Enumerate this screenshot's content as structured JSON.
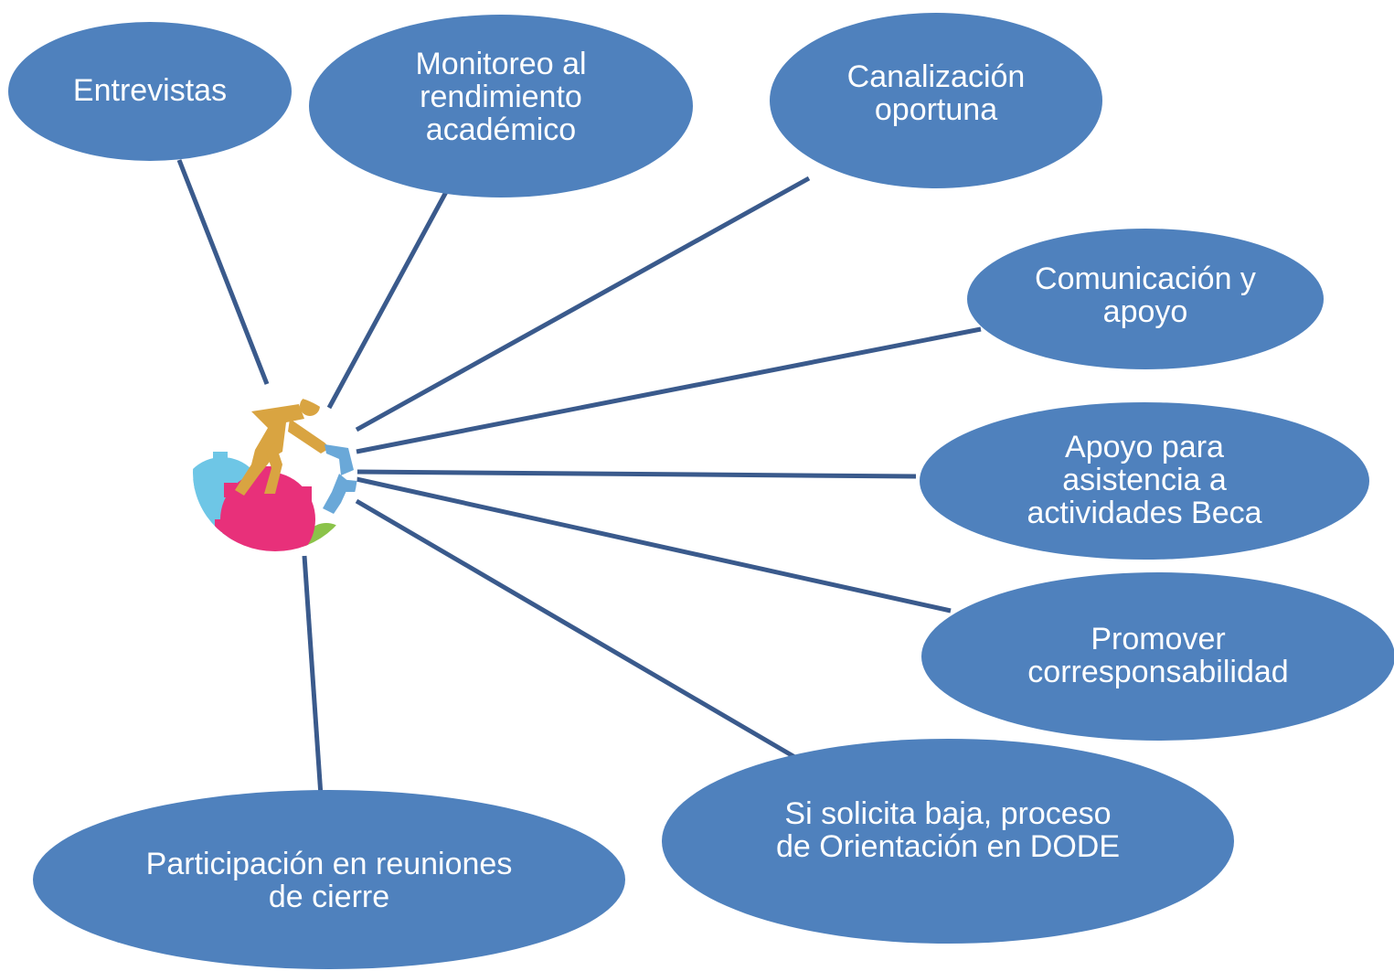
{
  "diagram": {
    "center": {
      "icon": "people-climbing-gears-icon"
    },
    "nodes": [
      {
        "id": "entrevistas",
        "label": "Entrevistas"
      },
      {
        "id": "monitoreo",
        "label": "Monitoreo al\nrendimiento\nacadémico"
      },
      {
        "id": "canalizacion",
        "label": "Canalización\noportuna"
      },
      {
        "id": "comunicacion",
        "label": "Comunicación y\napoyo"
      },
      {
        "id": "apoyo-asistencia",
        "label": "Apoyo para\nasistencia a\nactividades Beca"
      },
      {
        "id": "promover",
        "label": "Promover\ncorresponsabilidad"
      },
      {
        "id": "baja",
        "label": "Si solicita baja, proceso\nde Orientación en DODE"
      },
      {
        "id": "participacion",
        "label": "Participación en reuniones\nde cierre"
      }
    ],
    "colors": {
      "node_fill": "#4f81bd",
      "node_text": "#ffffff",
      "connector": "#3a5a8c",
      "gear_blue": "#6ec6e6",
      "gear_pink": "#e8307a",
      "gear_green": "#8bc34a",
      "figure_gold": "#d9a441",
      "figure_blue": "#6aa8d8"
    }
  }
}
